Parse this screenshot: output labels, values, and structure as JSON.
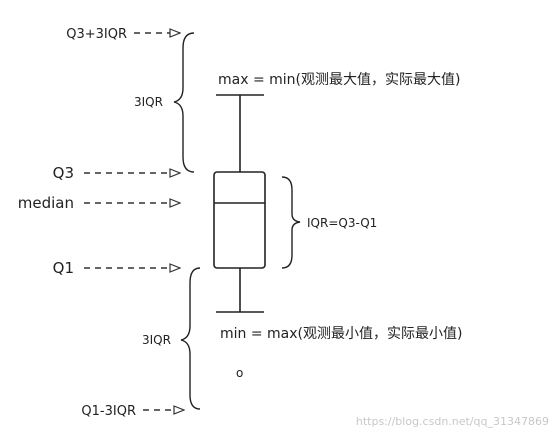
{
  "labels": {
    "q3_3iqr": "Q3+3IQR",
    "q3": "Q3",
    "median": "median",
    "q1": "Q1",
    "q1_3iqr": "Q1-3IQR",
    "upper_brace": "3IQR",
    "lower_brace": "3IQR",
    "iqr": "IQR=Q3-Q1",
    "max_note": "max = min(观测最大值，实际最大值)",
    "min_note": "min = max(观测最小值，实际最小值)",
    "outlier_mark": "o"
  },
  "watermark": "https://blog.csdn.net/qq_31347869",
  "colors": {
    "line": "#222222",
    "arrow": "#333333",
    "watermark": "#c8c8c8"
  }
}
